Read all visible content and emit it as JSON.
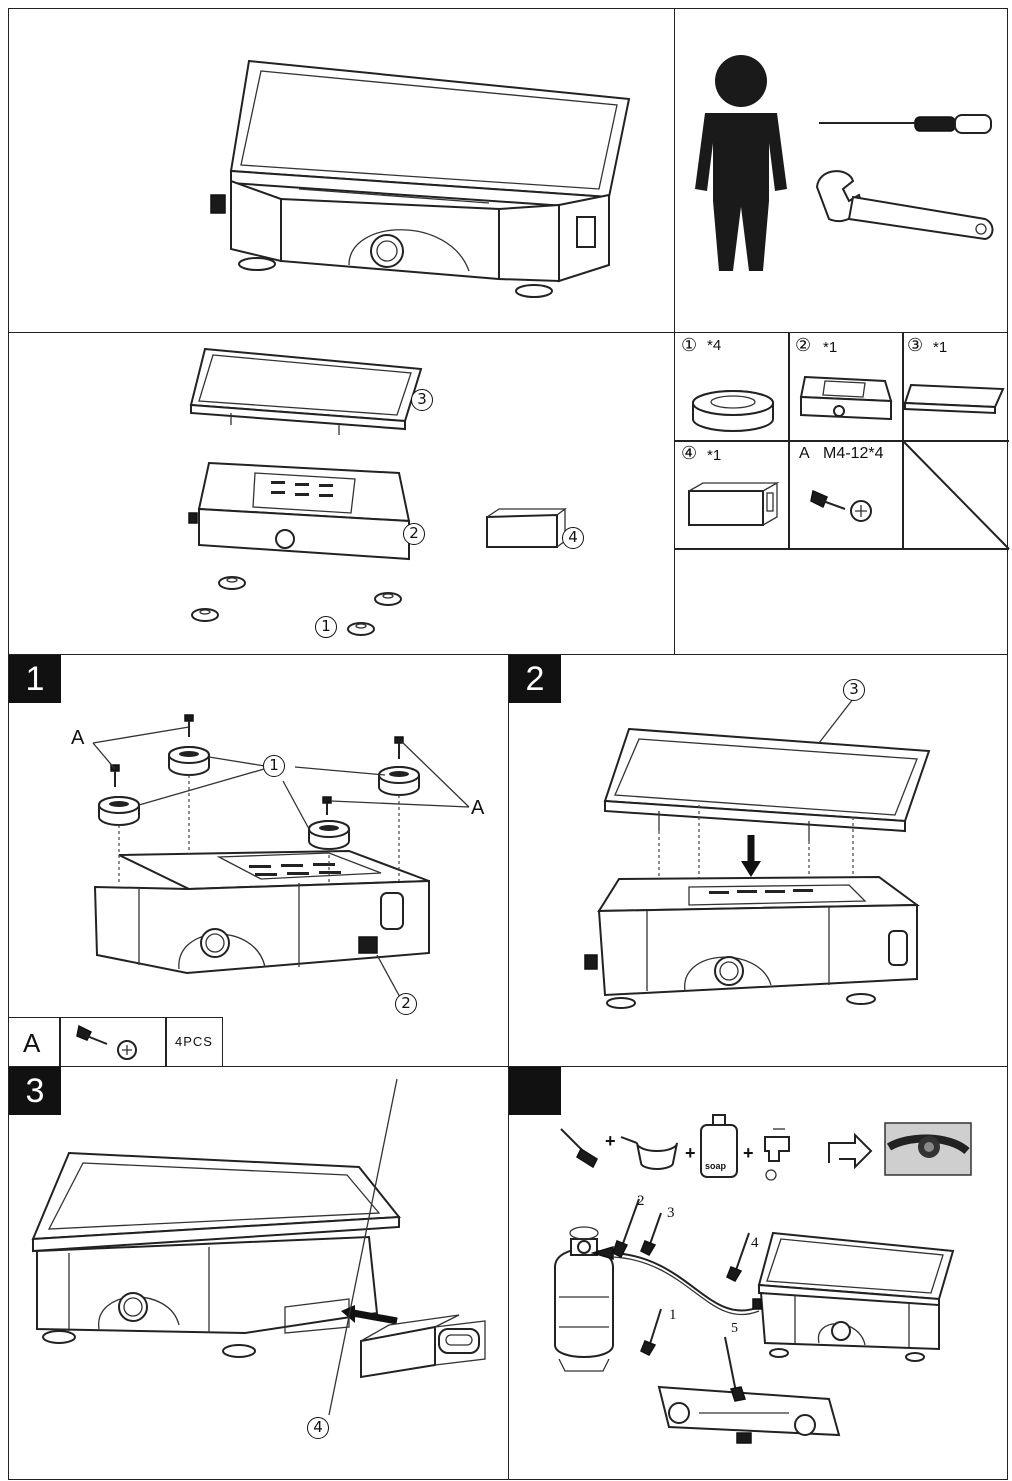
{
  "parts": {
    "p1": {
      "num": "①",
      "qty": "*4"
    },
    "p2": {
      "num": "②",
      "qty": "*1"
    },
    "p3": {
      "num": "③",
      "qty": "*1"
    },
    "p4": {
      "num": "④",
      "qty": "*1"
    },
    "pA": {
      "letter": "A",
      "spec": "M4-12*4"
    }
  },
  "callouts": {
    "c1": "1",
    "c2": "2",
    "c3": "3",
    "c4": "4"
  },
  "steps": {
    "s1": "1",
    "s2": "2",
    "s3": "3",
    "s4": ""
  },
  "step1": {
    "screw_label": "A",
    "screw_label_right": "A",
    "screw_table_letter": "A",
    "screw_table_qty": "4PCS"
  },
  "step4": {
    "soap_text": "soap",
    "plus": "+",
    "conn1": "1",
    "conn2": "2",
    "conn3": "3",
    "conn4": "4",
    "conn5": "5"
  }
}
